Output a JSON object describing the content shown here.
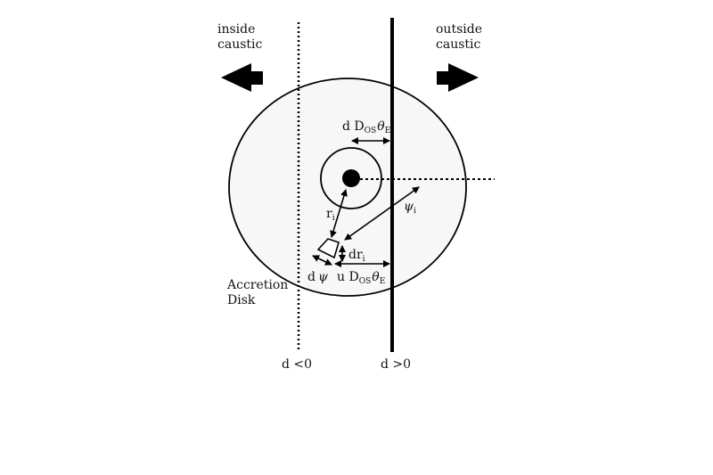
{
  "labels": {
    "inside_caustic_line1": "inside",
    "inside_caustic_line2": "caustic",
    "outside_caustic_line1": "outside",
    "outside_caustic_line2": "caustic",
    "accretion_line1": "Accretion",
    "accretion_line2": "Disk",
    "d_neg": "d <0",
    "d_pos": "d >0",
    "r_main": "r",
    "r_sub": "i",
    "psi_main": "ψ",
    "psi_sub": "i",
    "dr_main": "dr",
    "dr_sub": "i",
    "dpsi_d": "d",
    "dpsi_psi": "ψ",
    "ddos_prefix": "d D",
    "ddos_os": "OS",
    "ddos_theta": "θ",
    "ddos_e": "E",
    "udos_prefix": "u D",
    "udos_os": "OS",
    "udos_theta": "θ",
    "udos_e": "E"
  },
  "colors": {
    "disk_fill": "#f7f7f7",
    "ink": "#000000"
  }
}
